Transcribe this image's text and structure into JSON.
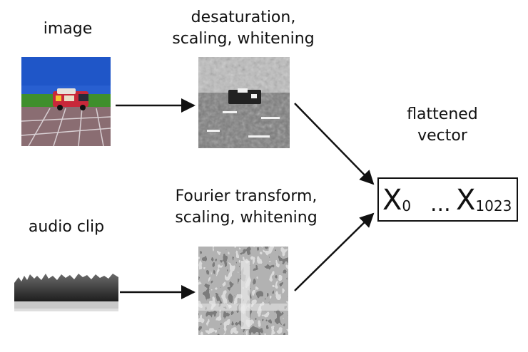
{
  "labels": {
    "image": "image",
    "desaturation": "desaturation,\nscaling, whitening",
    "audio": "audio clip",
    "fourier": "Fourier transform,\nscaling, whitening",
    "flattened": "flattened\nvector"
  },
  "vector": {
    "first_base": "X",
    "first_sub": "0",
    "dots": "...",
    "last_base": "X",
    "last_sub": "1023"
  },
  "colors": {
    "sky": "#1f56c8",
    "grass": "#3f8f2c",
    "asphalt": "#8a6d72",
    "arrow": "#111111"
  }
}
